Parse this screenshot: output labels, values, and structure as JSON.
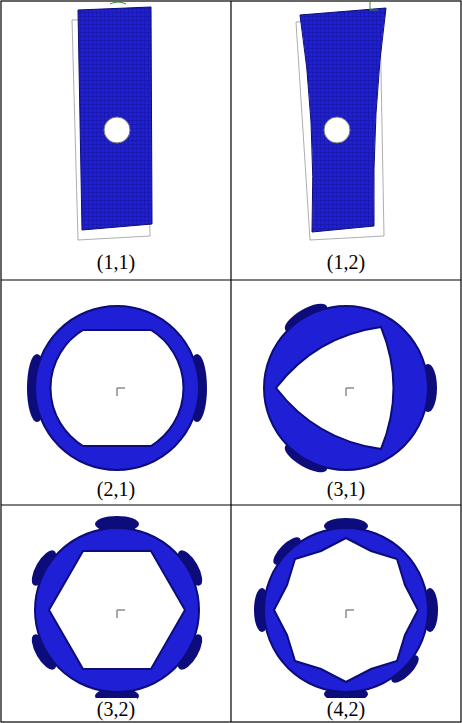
{
  "diagram": {
    "labels": [
      "(1,1)",
      "(1,2)",
      "(2,1)",
      "(3,1)",
      "(3,2)",
      "(4,2)"
    ]
  }
}
